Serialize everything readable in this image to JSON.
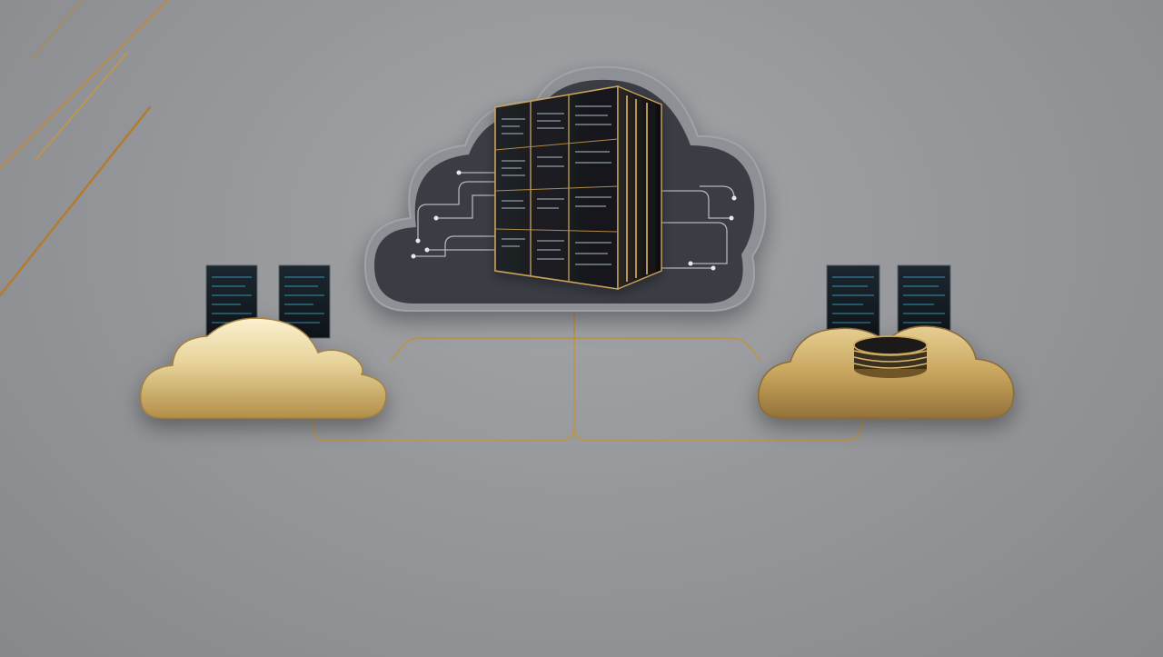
{
  "scene": {
    "background_color": "#9a9ca0",
    "accent_gold": "#c9a25a",
    "cloud_dark": "#3a3d42",
    "cloud_rim": "#8a8d92",
    "server_glow": "#3fb0d0",
    "elements": [
      "central-dark-cloud",
      "server-rack",
      "circuit-traces",
      "left-gold-cloud",
      "right-gold-cloud",
      "small-server-panels",
      "gold-disk-stack",
      "gold-connector-lines",
      "gold-accent-streaks"
    ]
  }
}
